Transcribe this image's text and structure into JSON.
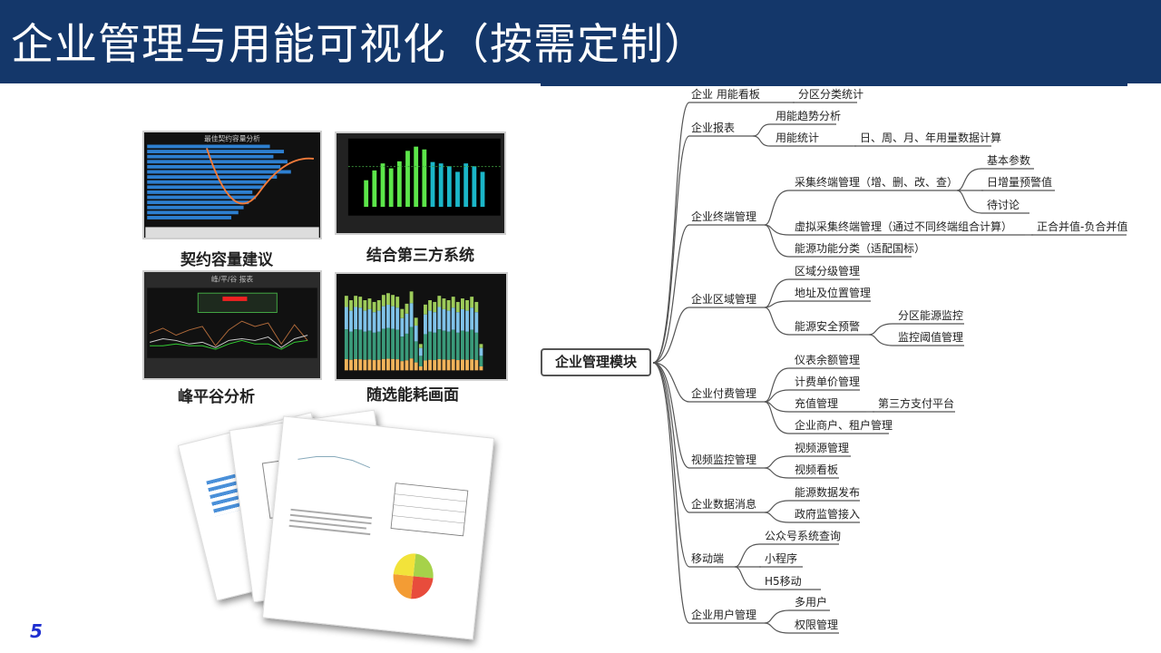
{
  "title": "企业管理与用能可视化（按需定制）",
  "page_number": "5",
  "thumbnails": [
    {
      "caption": "契约容量建议",
      "chart_title": "最佳契约容量分析"
    },
    {
      "caption": "结合第三方系统"
    },
    {
      "caption": "峰平谷分析",
      "chart_title": "峰/平/谷 报表"
    },
    {
      "caption": "随选能耗画面"
    }
  ],
  "mindmap": {
    "root": "企业管理模块",
    "branches": [
      {
        "label": "企业 用能看板",
        "children": [
          {
            "label": "分区分类统计"
          }
        ]
      },
      {
        "label": "企业报表",
        "children": [
          {
            "label": "用能趋势分析"
          },
          {
            "label": "用能统计",
            "children": [
              {
                "label": "日、周、月、年用量数据计算"
              }
            ]
          }
        ]
      },
      {
        "label": "企业终端管理",
        "children": [
          {
            "label": "采集终端管理（增、删、改、查）",
            "children": [
              {
                "label": "基本参数"
              },
              {
                "label": "日增量预警值"
              },
              {
                "label": "待讨论"
              }
            ]
          },
          {
            "label": "虚拟采集终端管理（通过不同终端组合计算）",
            "children": [
              {
                "label": "正合并值-负合并值"
              }
            ]
          },
          {
            "label": "能源功能分类（适配国标）"
          }
        ]
      },
      {
        "label": "企业区域管理",
        "children": [
          {
            "label": "区域分级管理"
          },
          {
            "label": "地址及位置管理"
          },
          {
            "label": "能源安全预警",
            "children": [
              {
                "label": "分区能源监控"
              },
              {
                "label": "监控阈值管理"
              }
            ]
          }
        ]
      },
      {
        "label": "企业付费管理",
        "children": [
          {
            "label": "仪表余额管理"
          },
          {
            "label": "计费单价管理"
          },
          {
            "label": "充值管理",
            "children": [
              {
                "label": "第三方支付平台"
              }
            ]
          },
          {
            "label": "企业商户、租户管理"
          }
        ]
      },
      {
        "label": "视频监控管理",
        "children": [
          {
            "label": "视频源管理"
          },
          {
            "label": "视频看板"
          }
        ]
      },
      {
        "label": "企业数据消息",
        "children": [
          {
            "label": "能源数据发布"
          },
          {
            "label": "政府监管接入"
          }
        ]
      },
      {
        "label": "移动端",
        "children": [
          {
            "label": "公众号系统查询"
          },
          {
            "label": "小程序"
          },
          {
            "label": "H5移动"
          }
        ]
      },
      {
        "label": "企业用户管理",
        "children": [
          {
            "label": "多用户"
          },
          {
            "label": "权限管理"
          }
        ]
      }
    ]
  }
}
